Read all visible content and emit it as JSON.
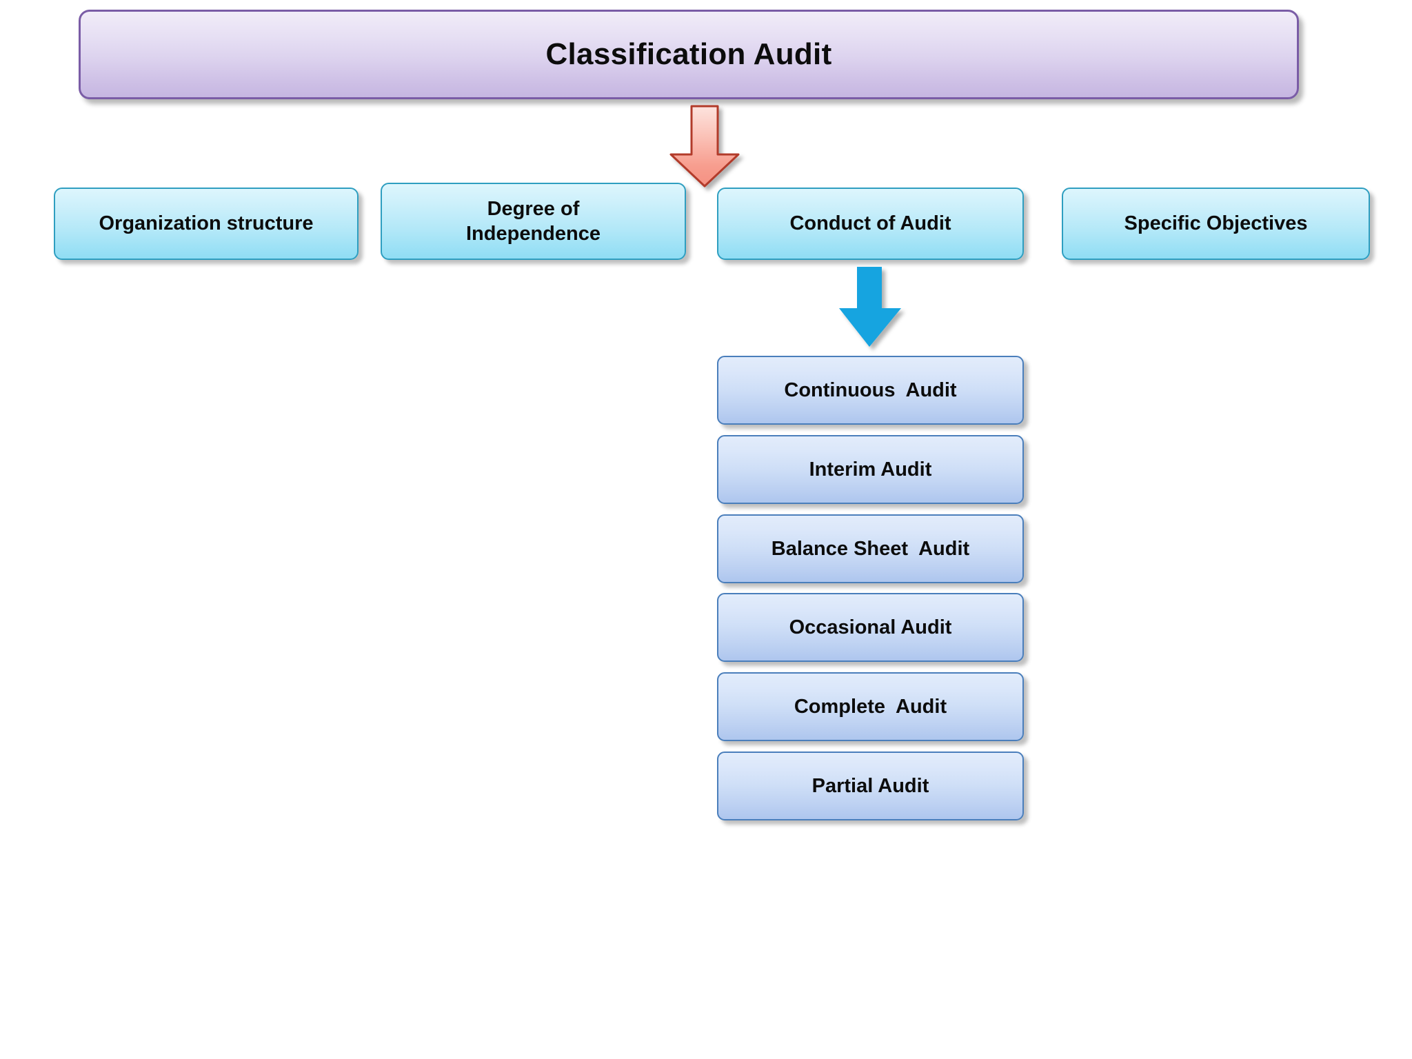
{
  "diagram": {
    "title": "Classification Audit",
    "categories": [
      {
        "label": "Organization structure",
        "name": "organization-structure"
      },
      {
        "label": "Degree of\nIndependence",
        "name": "degree-of-independence"
      },
      {
        "label": "Conduct of Audit",
        "name": "conduct-of-audit"
      },
      {
        "label": "Specific Objectives",
        "name": "specific-objectives"
      }
    ],
    "conduct_of_audit_types": [
      {
        "label": "Continuous  Audit"
      },
      {
        "label": "Interim Audit"
      },
      {
        "label": "Balance Sheet  Audit"
      },
      {
        "label": "Occasional Audit"
      },
      {
        "label": "Complete  Audit"
      },
      {
        "label": "Partial Audit"
      }
    ],
    "arrows": {
      "title_to_categories": "down-arrow-red",
      "conduct_to_types": "down-arrow-blue"
    },
    "colors": {
      "title_fill_top": "#f1ecf8",
      "title_fill_bottom": "#c6b6e1",
      "title_border": "#7a5ca6",
      "category_fill_top": "#ddf6fd",
      "category_fill_bottom": "#8fddf4",
      "category_border": "#2e9ec0",
      "sub_fill_top": "#e2ecfb",
      "sub_fill_bottom": "#aec6ee",
      "sub_border": "#4a7ebb",
      "arrow_red_fill": "#f9b0a6",
      "arrow_red_border": "#b23a2c",
      "arrow_blue_fill": "#18a4e0",
      "background": "#ffffff",
      "text": "#0c0c0c"
    }
  }
}
